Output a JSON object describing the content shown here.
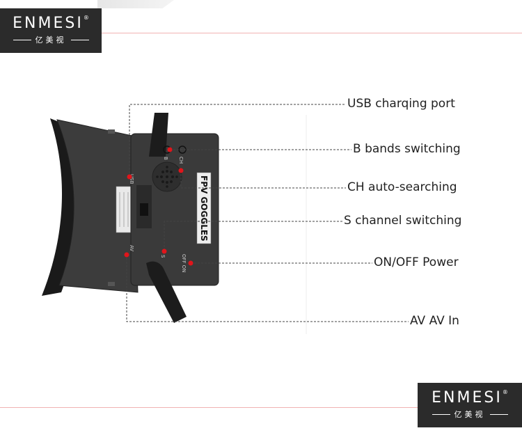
{
  "brand": {
    "name": "ENMESI",
    "registered": "®",
    "chinese": "亿美视"
  },
  "product": {
    "label_text": "FPV GOGGLES",
    "port_usb": "USB",
    "port_av": "AV",
    "switch_b": "B",
    "switch_ch": "CH",
    "switch_s": "S",
    "switch_onoff": "OFF ON"
  },
  "callouts": [
    {
      "text": "USB charqing port"
    },
    {
      "text": "B bands switching"
    },
    {
      "text": "CH auto-searching"
    },
    {
      "text": "S channel switching"
    },
    {
      "text": "ON/OFF Power"
    },
    {
      "text": "AV AV In"
    }
  ],
  "colors": {
    "marker": "#e0151b",
    "housing": "#3a3a3a",
    "brand_bg": "#2b2b2b",
    "guide_line": "#f1b2b2"
  }
}
